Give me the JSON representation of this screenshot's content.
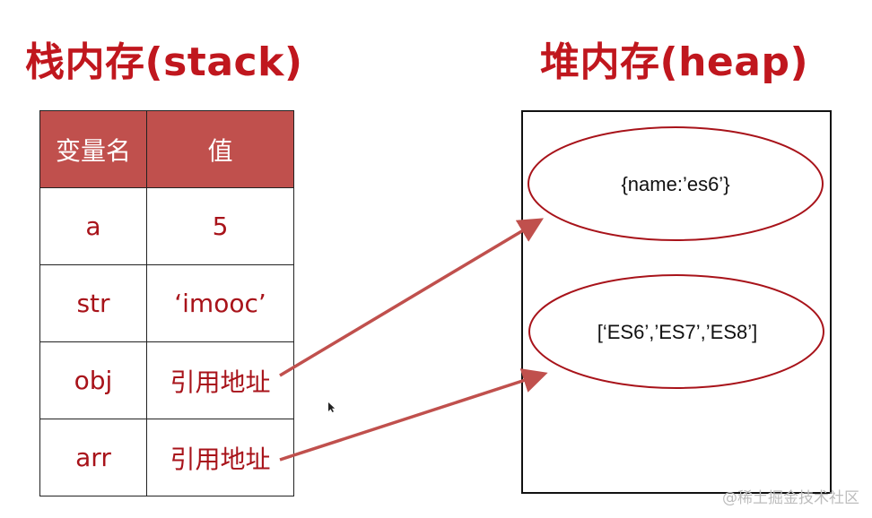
{
  "stack_title": "栈内存(stack)",
  "heap_title": "堆内存(heap)",
  "table": {
    "headers": [
      "变量名",
      "值"
    ],
    "rows": [
      [
        "a",
        "5"
      ],
      [
        "str",
        "‘imooc’"
      ],
      [
        "obj",
        "引用地址"
      ],
      [
        "arr",
        "引用地址"
      ]
    ]
  },
  "heap_objects": [
    "{name:’es6’}",
    "[‘ES6’,’ES7’,’ES8’]"
  ],
  "colors": {
    "title_red": "#c0171e",
    "header_fill": "#c0504d",
    "cell_text": "#a8131a",
    "arrow": "#c0504d"
  },
  "watermark": "@稀土掘金技术社区"
}
